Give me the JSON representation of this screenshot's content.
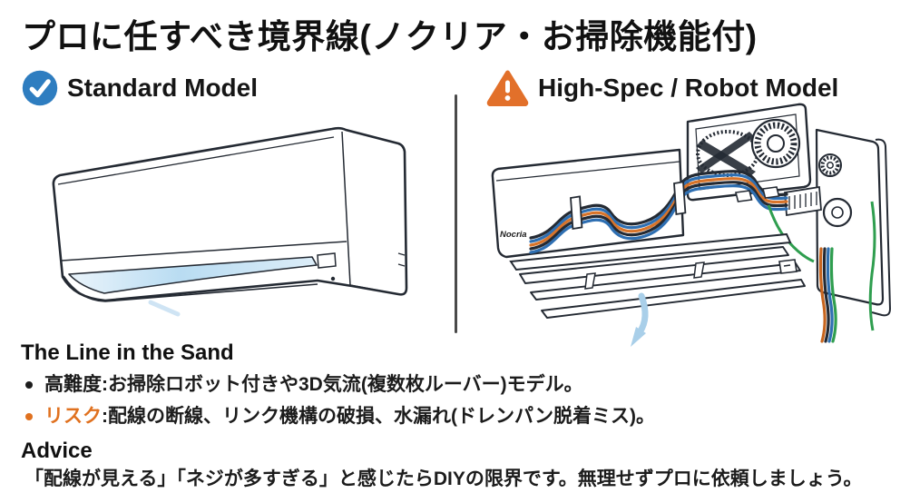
{
  "title": "プロに任すべき境界線(ノクリア・お掃除機能付)",
  "left_panel": {
    "label": "Standard Model"
  },
  "right_panel": {
    "label": "High-Spec / Robot Model",
    "brand": "Nocria"
  },
  "line_section": {
    "heading": "The Line in the Sand",
    "bullet1_label": "高難度",
    "bullet1_text": ":お掃除ロボット付きや3D気流(複数枚ルーバー)モデル。",
    "bullet2_label": "リスク",
    "bullet2_text": ":配線の断線、リンク機構の破損、水漏れ(ドレンパン脱着ミス)。"
  },
  "advice_section": {
    "heading": "Advice",
    "text": "「配線が見える」「ネジが多すぎる」と感じたらDIYの限界です。無理せずプロに依頼しましょう。"
  },
  "colors": {
    "check_blue": "#2e7dc0",
    "warning_orange": "#e2702a",
    "risk_text_orange": "#e0711f",
    "divider_gray": "#4a4a4a",
    "airflow_blue": "#a9cfe9",
    "line_art": "#242a33",
    "wire_blue": "#2e6fb2",
    "wire_orange": "#d8742a",
    "wire_green": "#2f9e4f",
    "text_black": "#1c1c1c"
  }
}
